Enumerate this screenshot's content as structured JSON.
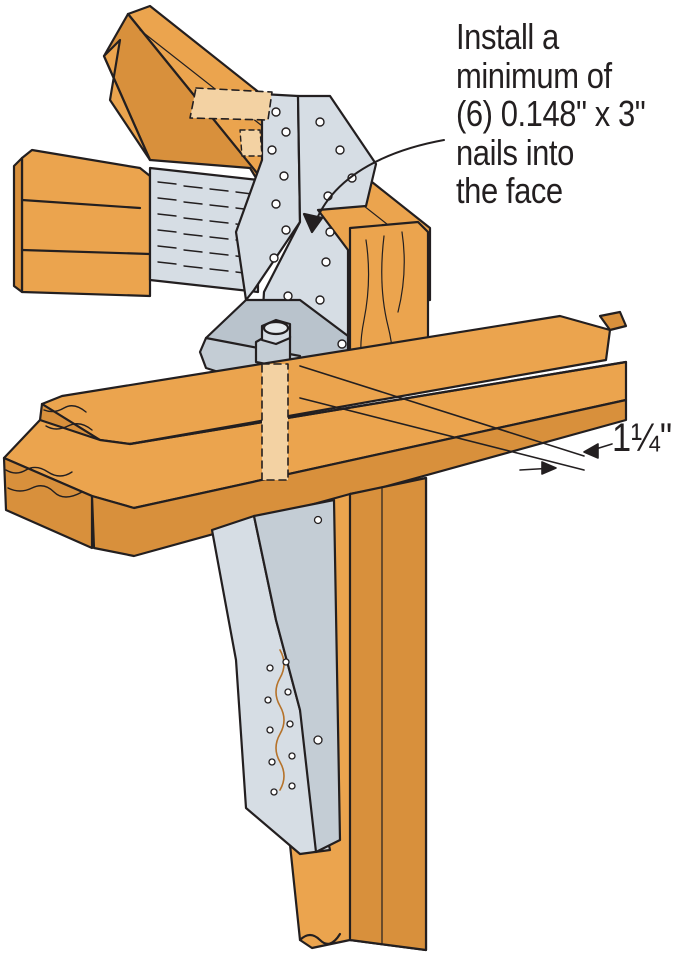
{
  "callout": {
    "lines": [
      "Install a",
      "minimum of",
      "(6) 0.148\" x 3\"",
      "nails into",
      "the face"
    ]
  },
  "dimension": {
    "label": "1¼\""
  },
  "colors": {
    "wood": "#eba44e",
    "wood_dark": "#d8903c",
    "steel": "#d6dde4",
    "steel_dark": "#b9c3cc",
    "outline": "#231f20",
    "text": "#231f20"
  }
}
